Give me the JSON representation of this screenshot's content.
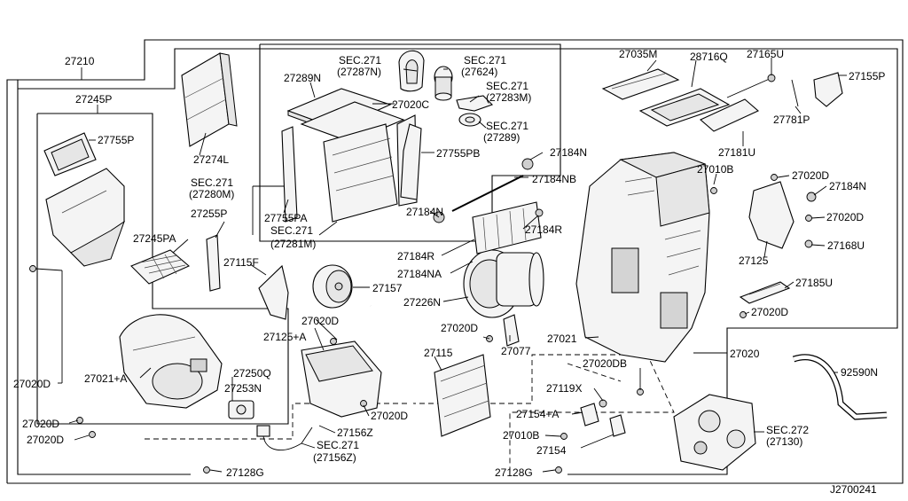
{
  "diagram_id": "J2700241",
  "labels": {
    "l27210": "27210",
    "l27245P": "27245P",
    "l27755P": "27755P",
    "l27274L": "27274L",
    "l27289N": "27289N",
    "sec271_27287N_a": "SEC.271",
    "sec271_27287N_b": "(27287N)",
    "sec271_27624_a": "SEC.271",
    "sec271_27624_b": "(27624)",
    "sec271_27283M_a": "SEC.271",
    "sec271_27283M_b": "(27283M)",
    "sec271_27289_a": "SEC.271",
    "sec271_27289_b": "(27289)",
    "l27020C": "27020C",
    "l27755PB": "27755PB",
    "sec271_27280M_a": "SEC.271",
    "sec271_27280M_b": "(27280M)",
    "l27755PA": "27755PA",
    "sec271_27281M_a": "SEC.271",
    "sec271_27281M_b": "(27281M)",
    "l27035M": "27035M",
    "l28716Q": "28716Q",
    "l27165U": "27165U",
    "l27155P": "27155P",
    "l27781P": "27781P",
    "l27181U": "27181U",
    "l27184N_top": "27184N",
    "l27184NB": "27184NB",
    "l27010B_top": "27010B",
    "l27020D_r1": "27020D",
    "l27184N_r": "27184N",
    "l27020D_r2": "27020D",
    "l27168U": "27168U",
    "l27125": "27125",
    "l27185U": "27185U",
    "l27020D_r3": "27020D",
    "l27255P": "27255P",
    "l27245PA": "27245PA",
    "l27115F": "27115F",
    "l27184N_mid": "27184N",
    "l27184R_left": "27184R",
    "l27184NA": "27184NA",
    "l27184R_right": "27184R",
    "l27157": "27157",
    "l27226N": "27226N",
    "l27020D_l": "27020D",
    "l27021A": "27021+A",
    "l27250Q": "27250Q",
    "l27253N": "27253N",
    "l27020D_bl1": "27020D",
    "l27020D_bl2": "27020D",
    "l27020D_c1": "27020D",
    "l27125A": "27125+A",
    "l27020D_c2": "27020D",
    "l27115": "27115",
    "l27077": "27077",
    "l27021": "27021",
    "l27020": "27020",
    "l27020DB": "27020DB",
    "l27119X": "27119X",
    "l27154A": "27154+A",
    "l27010B_bot": "27010B",
    "l27154": "27154",
    "l27156Z": "27156Z",
    "l27020D_c3": "27020D",
    "sec271_27156Z_a": "SEC.271",
    "sec271_27156Z_b": "(27156Z)",
    "l92590N": "92590N",
    "sec272_a": "SEC.272",
    "sec272_b": "(27130)",
    "l27128G_l": "27128G",
    "l27128G_r": "27128G"
  },
  "colors": {
    "ink": "#000000",
    "paper": "#ffffff",
    "fill_light": "#f4f4f4",
    "fill_mid": "#e6e6e6"
  },
  "icons": [
    "heater-unit",
    "blower-motor",
    "evaporator",
    "heater-core",
    "air-filter",
    "actuator-motor",
    "intake-duct",
    "hose",
    "screw"
  ]
}
